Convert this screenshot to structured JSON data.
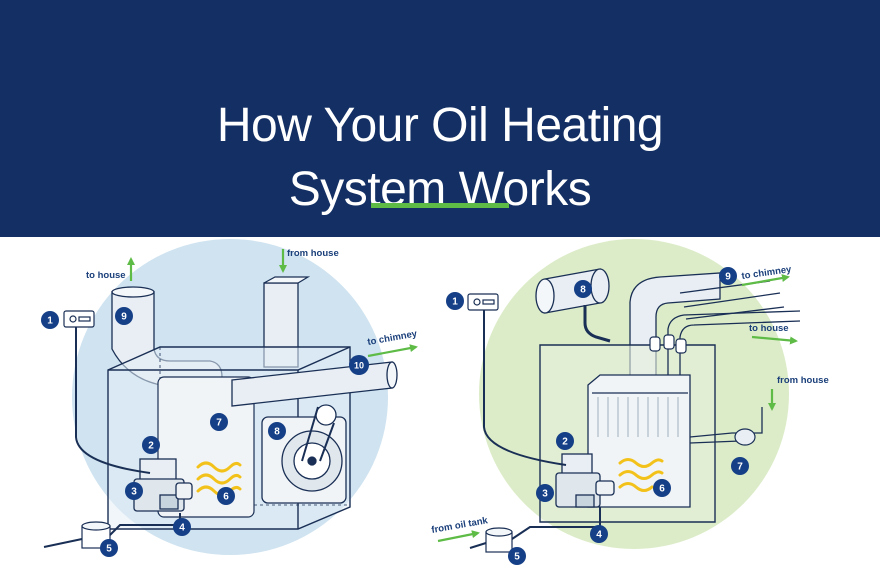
{
  "header": {
    "title_line1": "How Your Oil Heating",
    "title_line2": "System Works",
    "background_color": "#132f63",
    "accent_color": "#5dbb46"
  },
  "colors": {
    "left_circle": "#cfe3f0",
    "right_circle": "#dcecc8",
    "marker": "#153f86",
    "arrow": "#5dbb46",
    "flame": "#f3c21a",
    "outline": "#1a2f55"
  },
  "left_diagram": {
    "labels": {
      "to_house": "to house",
      "from_house": "from house",
      "to_chimney": "to chimney"
    },
    "markers": [
      "1",
      "2",
      "3",
      "4",
      "5",
      "6",
      "7",
      "8",
      "9",
      "10"
    ]
  },
  "right_diagram": {
    "labels": {
      "to_chimney": "to chimney",
      "to_house": "to house",
      "from_house": "from house",
      "from_oil_tank": "from oil tank"
    },
    "markers": [
      "1",
      "2",
      "3",
      "4",
      "5",
      "6",
      "7",
      "8",
      "9"
    ]
  }
}
